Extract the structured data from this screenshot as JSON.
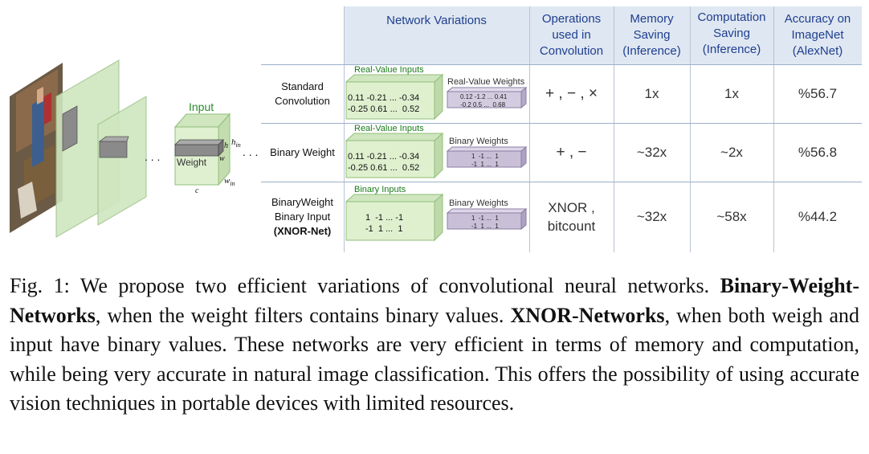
{
  "illustration": {
    "input_title": "Input",
    "weight_label": "Weight",
    "dim_h_in": "h",
    "dim_h_in_sub": "in",
    "dim_h": "h",
    "dim_w": "w",
    "dim_w_in": "w",
    "dim_w_in_sub": "in",
    "dim_c": "c",
    "dots": ". . .",
    "dots_right": ". . ."
  },
  "table": {
    "headers": {
      "network_variations": "Network Variations",
      "operations": [
        "Operations",
        "used in",
        "Convolution"
      ],
      "memory": [
        "Memory",
        "Saving",
        "(Inference)"
      ],
      "computation": [
        "Computation",
        "Saving",
        "(Inference)"
      ],
      "accuracy": [
        "Accuracy on",
        "ImageNet",
        "(AlexNet)"
      ]
    },
    "rows": [
      {
        "label": [
          "Standard",
          "Convolution"
        ],
        "input_label": "Real-Value Inputs",
        "input_values": [
          "0.11 -0.21 ... -0.34",
          "-0.25 0.61 ...  0.52"
        ],
        "weight_label": "Real-Value Weights",
        "weight_values": [
          "0.12 -1.2 ... 0.41",
          "-0.2 0.5 ...  0.68"
        ],
        "operations": "+ , − , ×",
        "memory": "1x",
        "computation": "1x",
        "accuracy": "%56.7"
      },
      {
        "label": [
          "Binary Weight"
        ],
        "input_label": "Real-Value Inputs",
        "input_values": [
          "0.11 -0.21 ... -0.34",
          "-0.25 0.61 ...  0.52"
        ],
        "weight_label": "Binary Weights",
        "weight_values": [
          "1  -1 ...  1",
          "-1  1 ...  1"
        ],
        "operations": "+ , −",
        "memory": "~32x",
        "computation": "~2x",
        "accuracy": "%56.8"
      },
      {
        "label": [
          "BinaryWeight",
          "Binary Input",
          "(XNOR-Net)"
        ],
        "input_label": "Binary Inputs",
        "input_values": [
          "1  -1 ... -1",
          "-1  1 ...  1"
        ],
        "weight_label": "Binary Weights",
        "weight_values": [
          "1  -1 ...  1",
          "-1  1 ...  1"
        ],
        "operations": [
          "XNOR ,",
          "bitcount"
        ],
        "memory": "~32x",
        "computation": "~58x",
        "accuracy": "%44.2"
      }
    ]
  },
  "caption": {
    "prefix": "Fig. 1: We propose two efficient variations of convolutional neural networks. ",
    "bwn": "Binary-Weight-Networks",
    "mid": ", when the weight filters contains binary values. ",
    "xnor": "XNOR-Networks",
    "suffix": ", when both weigh and input have binary values. These networks are very efficient in terms of memory and computation, while being very accurate in natural image classification. This offers the possibility of using accurate vision techniques in portable devices with limited resources."
  },
  "colors": {
    "header_bg": "#dfe7f2",
    "header_text": "#1f3f8f",
    "green_block": "#d7ecc4",
    "purple_block": "#c9c0d8"
  }
}
